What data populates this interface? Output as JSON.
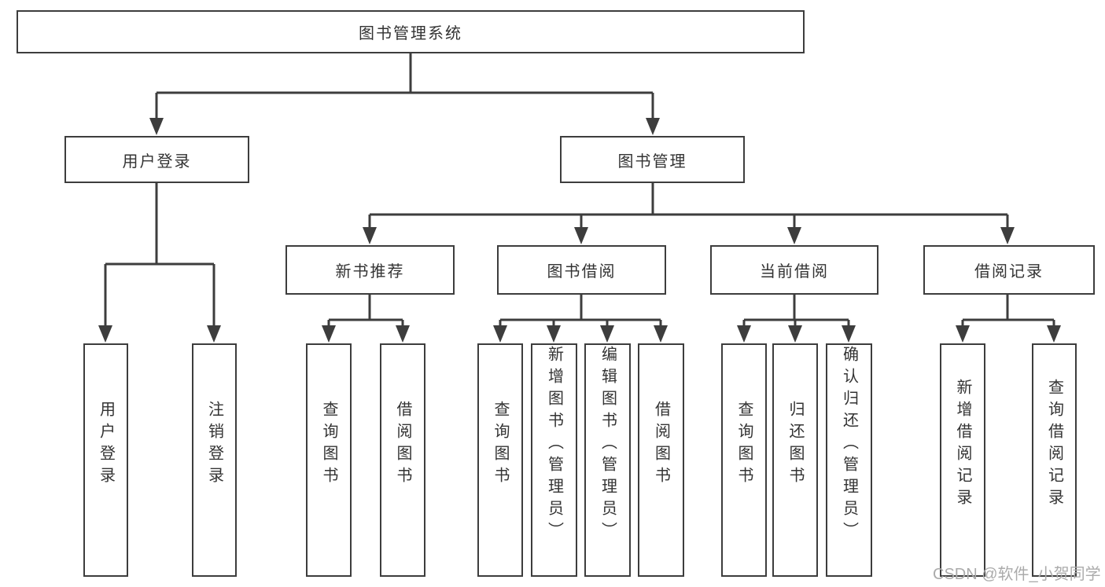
{
  "nodes": {
    "root": "图书管理系统",
    "user_login": "用户登录",
    "book_mgmt": "图书管理",
    "new_book_rec": "新书推荐",
    "book_borrow": "图书借阅",
    "current_borrow": "当前借阅",
    "borrow_record": "借阅记录"
  },
  "leaves": [
    {
      "label": "用户登录"
    },
    {
      "label": "注销登录"
    },
    {
      "label": "查询图书"
    },
    {
      "label": "借阅图书"
    },
    {
      "label": "查询图书"
    },
    {
      "label": "新增图书（管理员）"
    },
    {
      "label": "编辑图书（管理员）"
    },
    {
      "label": "借阅图书"
    },
    {
      "label": "查询图书"
    },
    {
      "label": "归还图书"
    },
    {
      "label": "确认归还（管理员）"
    },
    {
      "label": "新增借阅记录"
    },
    {
      "label": "查询借阅记录"
    }
  ],
  "watermark": "CSDN @软件_小贺同学",
  "colors": {
    "line": "#3d3d3d",
    "text": "#333333",
    "background": "#ffffff",
    "watermark": "#ababab"
  }
}
